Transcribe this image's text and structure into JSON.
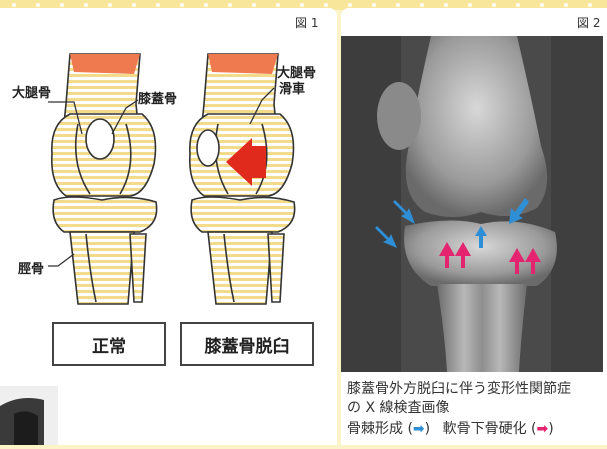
{
  "figure1": {
    "label": "図 1",
    "labels": {
      "femur_left": "大腿骨",
      "patella": "膝蓋骨",
      "femur_right_line1": "大腿骨",
      "femur_right_line2": "滑車",
      "tibia": "脛骨"
    },
    "boxes": {
      "normal": "正常",
      "luxation": "膝蓋骨脱臼"
    }
  },
  "figure2": {
    "label": "図 2",
    "caption_line1": "膝蓋骨外方脱臼に伴う変形性関節症",
    "caption_line2": "の X 線検査画像",
    "legend": {
      "osteophyte": "骨棘形成",
      "sclerosis": "軟骨下骨硬化",
      "osteophyte_color": "#2e8fd6",
      "sclerosis_color": "#e4246e"
    }
  },
  "colors": {
    "arrow_red": "#e02a1c",
    "cartilage_orange": "#f07a50",
    "stripe_yellow": "#f2dc8c",
    "background": "#fdf3c8"
  }
}
